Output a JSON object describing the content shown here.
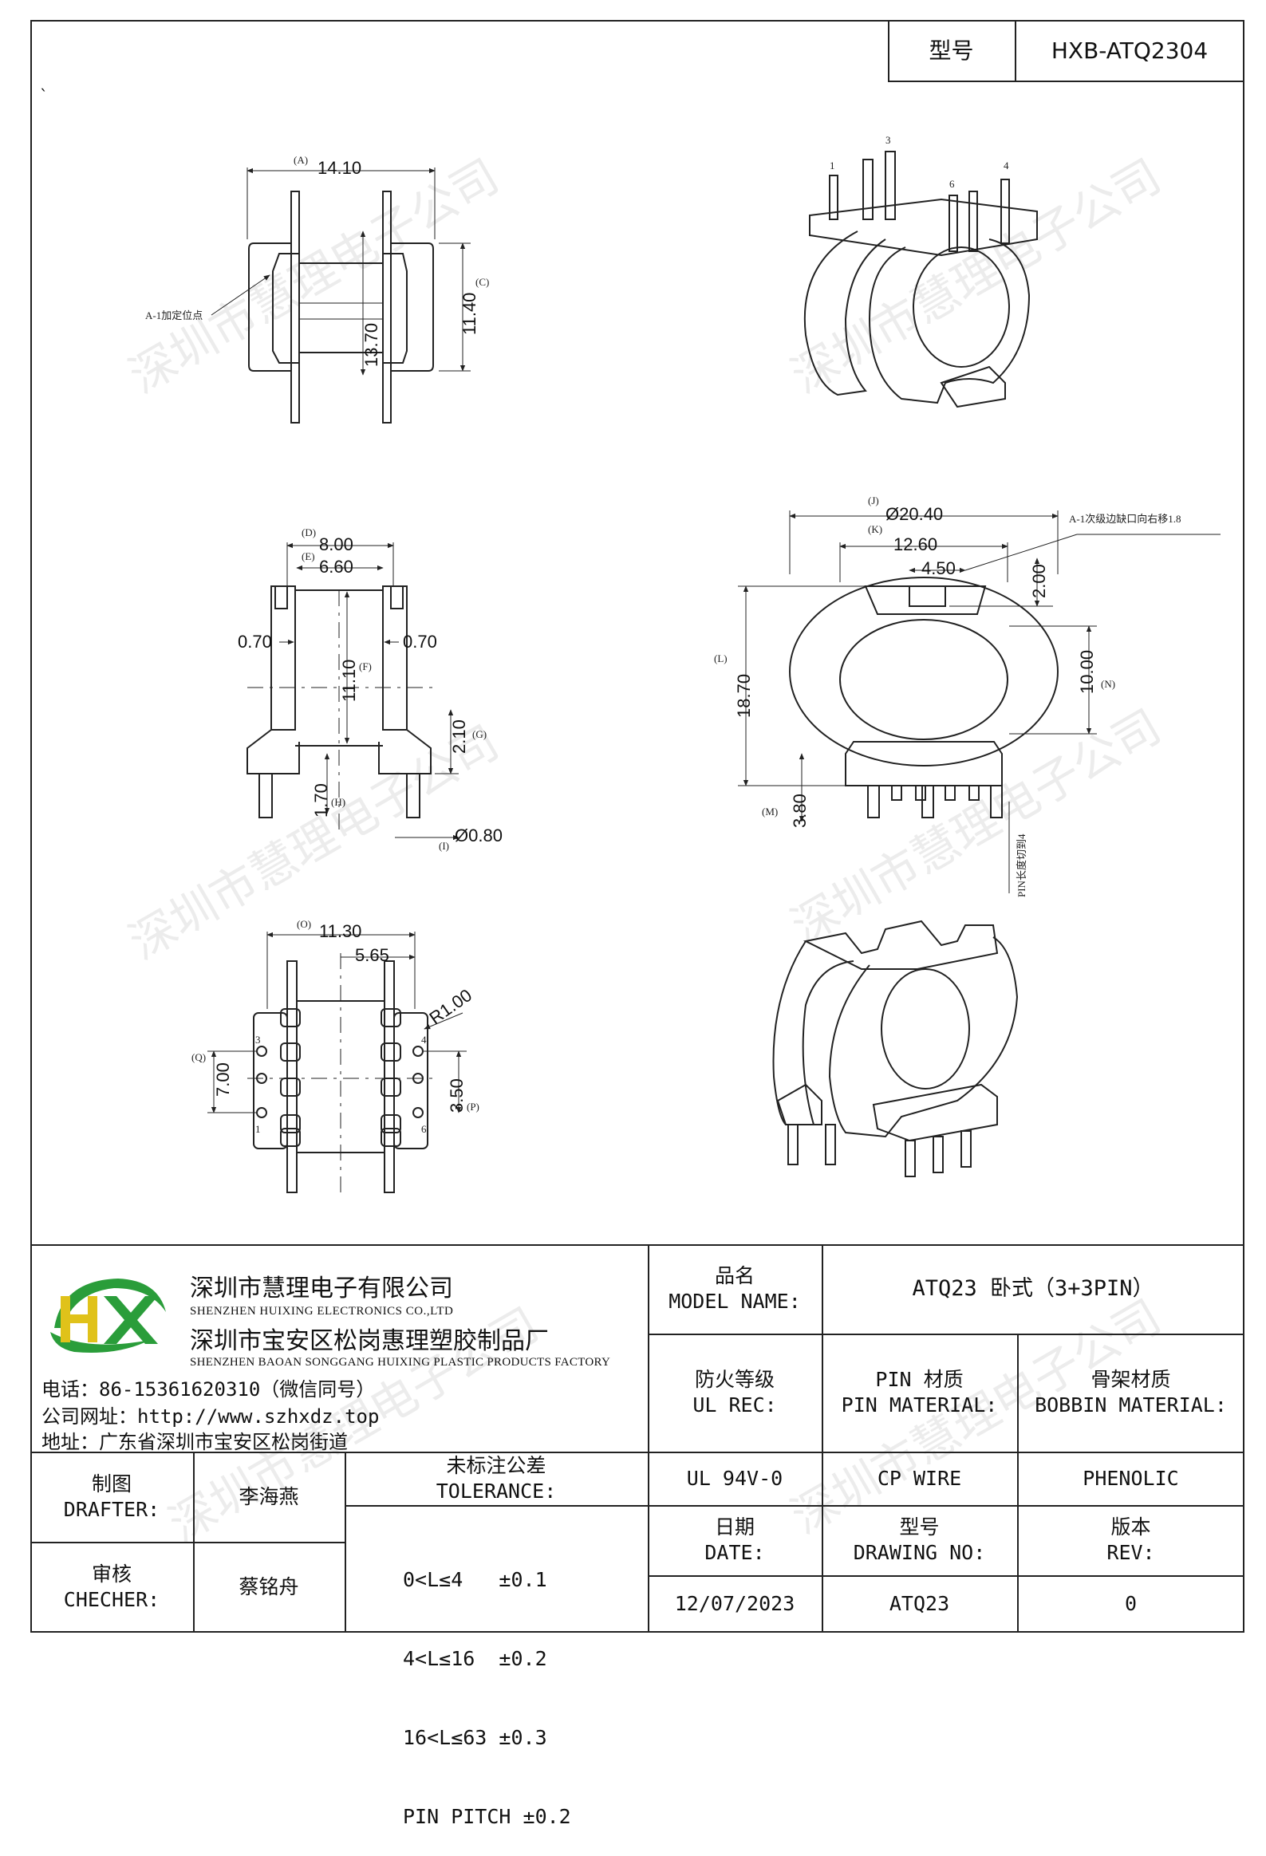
{
  "header": {
    "type_label": "型号",
    "type_value": "HXB-ATQ2304",
    "tick": "`"
  },
  "watermark": "深圳市慧理电子公司",
  "views": {
    "side": {
      "A": "(A)",
      "A_val": "14.10",
      "C": "(C)",
      "C_val": "11.40",
      "inner_val": "13.70",
      "note": "A-1加定位点"
    },
    "front": {
      "D": "(D)",
      "D_val": "8.00",
      "E": "(E)",
      "E_val": "6.60",
      "left_wall": "0.70",
      "right_wall": "0.70",
      "F": "(F)",
      "F_val": "11.10",
      "G": "(G)",
      "G_val": "2.10",
      "H": "(H)",
      "H_val": "1.70",
      "I": "(I)",
      "I_val": "Ø0.80"
    },
    "bottom": {
      "O": "(O)",
      "O_val": "11.30",
      "half_val": "5.65",
      "R_val": "R1.00",
      "Q": "(Q)",
      "Q_val": "7.00",
      "P": "(P)",
      "P_val": "3.50",
      "pins": [
        "3",
        "1",
        "4",
        "6"
      ]
    },
    "end": {
      "J": "(J)",
      "J_val": "Ø20.40",
      "K": "(K)",
      "K_val": "12.60",
      "slot_val": "4.50",
      "slot_depth": "2.00",
      "L": "(L)",
      "L_val": "18.70",
      "N": "(N)",
      "N_val": "10.00",
      "M": "(M)",
      "M_val": "3.80",
      "note": "A-1次级边缺口向右移1.8",
      "pin_note": "PIN长度切到4"
    },
    "iso_top": {
      "pins": [
        "1",
        "3",
        "6",
        "4"
      ]
    }
  },
  "company": {
    "name_cn": "深圳市慧理电子有限公司",
    "name_en": "SHENZHEN HUIXING ELECTRONICS CO.,LTD",
    "factory_cn": "深圳市宝安区松岗惠理塑胶制品厂",
    "factory_en": "SHENZHEN BAOAN SONGGANG HUIXING PLASTIC PRODUCTS FACTORY",
    "phone": "电话：86-15361620310（微信同号）",
    "website": "公司网址：http://www.szhxdz.top",
    "address": "地址：广东省深圳市宝安区松岗街道",
    "colors": {
      "green": "#2a9d3a",
      "yellow": "#e0c21a"
    }
  },
  "title_block": {
    "model_name_cn": "品名",
    "model_name_en": "MODEL NAME:",
    "model_name_value": "ATQ23 卧式（3+3PIN）",
    "ul_cn": "防火等级",
    "ul_en": "UL REC:",
    "pin_mat_cn": "PIN 材质",
    "pin_mat_en": "PIN MATERIAL:",
    "bobbin_mat_cn": "骨架材质",
    "bobbin_mat_en": "BOBBIN MATERIAL:",
    "drafter_cn": "制图",
    "drafter_en": "DRAFTER:",
    "drafter_name": "李海燕",
    "checker_cn": "审核",
    "checker_en": "CHECHER:",
    "checker_name": "蔡铭舟",
    "tolerance_cn": "未标注公差",
    "tolerance_en": "TOLERANCE:",
    "tolerances": [
      "0<L≤4   ±0.1",
      "4<L≤16  ±0.2",
      "16<L≤63 ±0.3",
      "PIN PITCH ±0.2"
    ],
    "ul_value": "UL 94V-0",
    "pin_mat_value": "CP WIRE",
    "bobbin_mat_value": "PHENOLIC",
    "date_cn": "日期",
    "date_en": "DATE:",
    "date_value": "12/07/2023",
    "drawing_no_cn": "型号",
    "drawing_no_en": "DRAWING NO:",
    "drawing_no_value": "ATQ23",
    "rev_cn": "版本",
    "rev_en": "REV:",
    "rev_value": "0"
  }
}
